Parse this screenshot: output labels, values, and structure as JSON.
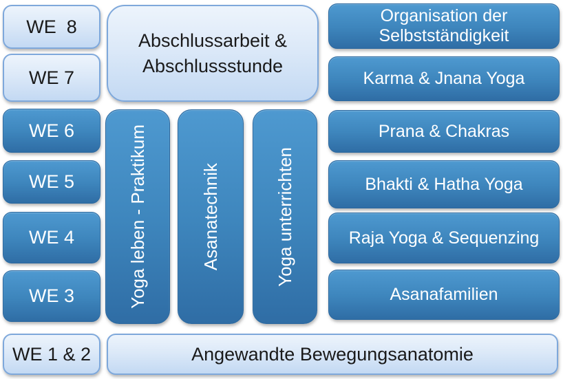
{
  "palette": {
    "dark_gradient_top": "#4e99d0",
    "dark_gradient_bottom": "#2f6da5",
    "dark_border": "#2b689f",
    "light_gradient_top": "#edf4fc",
    "light_gradient_bottom": "#c3d9f3",
    "light_border": "#7ea8db",
    "dark_text": "#ffffff",
    "light_text": "#1a1a1a",
    "background": "#ffffff"
  },
  "diagram": {
    "weekend_column": [
      {
        "label": "WE  8",
        "style": "light"
      },
      {
        "label": "WE 7",
        "style": "light"
      },
      {
        "label": "WE 6",
        "style": "dark"
      },
      {
        "label": "WE 5",
        "style": "dark"
      },
      {
        "label": "WE 4",
        "style": "dark"
      },
      {
        "label": "WE 3",
        "style": "dark"
      },
      {
        "label": "WE 1 & 2",
        "style": "light"
      }
    ],
    "final_block": {
      "label": "Abschlussarbeit & Abschlussstunde"
    },
    "vertical_tracks": [
      {
        "label": "Yoga leben - Praktikum"
      },
      {
        "label": "Asanatechnik"
      },
      {
        "label": "Yoga unterrichten"
      }
    ],
    "topic_column": [
      {
        "label": "Organisation der Selbstständigkeit"
      },
      {
        "label": "Karma & Jnana Yoga"
      },
      {
        "label": "Prana & Chakras"
      },
      {
        "label": "Bhakti & Hatha Yoga"
      },
      {
        "label": "Raja Yoga & Sequenzing"
      },
      {
        "label": "Asanafamilien"
      }
    ],
    "foundation_block": {
      "label": "Angewandte Bewegungsanatomie"
    }
  }
}
